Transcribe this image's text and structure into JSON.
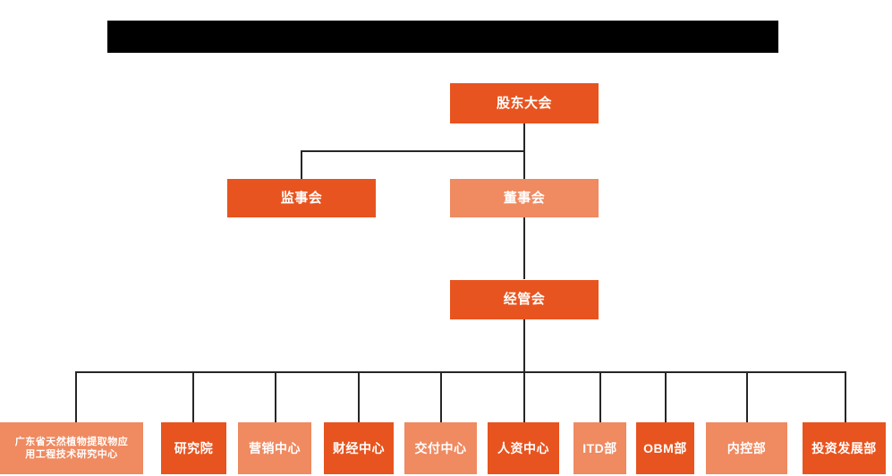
{
  "banner": {
    "name": "title-banner",
    "text": "",
    "color": "#000000"
  },
  "colors": {
    "dark_orange": "#e8541f",
    "light_orange": "#ef8a61",
    "line": "#262626",
    "background": "#ffffff",
    "text": "#ffffff"
  },
  "chart_data": {
    "type": "diagram",
    "subtype": "org-chart",
    "title": "",
    "orientation": "top-down",
    "nodes": [
      {
        "id": "shareholders",
        "label": "股东大会",
        "tone": "dark",
        "level": 0
      },
      {
        "id": "supervisors",
        "label": "监事会",
        "tone": "dark",
        "level": 1
      },
      {
        "id": "board",
        "label": "董事会",
        "tone": "light",
        "level": 1
      },
      {
        "id": "management",
        "label": "经管会",
        "tone": "dark",
        "level": 2
      },
      {
        "id": "rd-center",
        "label": "广东省天然植物提取物应用工程技术研究中心",
        "label_line1": "广东省天然植物提取物应",
        "label_line2": "用工程技术研究中心",
        "tone": "light",
        "level": 3
      },
      {
        "id": "institute",
        "label": "研究院",
        "tone": "dark",
        "level": 3
      },
      {
        "id": "marketing",
        "label": "营销中心",
        "tone": "light",
        "level": 3
      },
      {
        "id": "finance",
        "label": "财经中心",
        "tone": "dark",
        "level": 3
      },
      {
        "id": "delivery",
        "label": "交付中心",
        "tone": "light",
        "level": 3
      },
      {
        "id": "hr",
        "label": "人资中心",
        "tone": "dark",
        "level": 3
      },
      {
        "id": "itd",
        "label": "ITD部",
        "tone": "light",
        "level": 3
      },
      {
        "id": "obm",
        "label": "OBM部",
        "tone": "dark",
        "level": 3
      },
      {
        "id": "internal-ctrl",
        "label": "内控部",
        "tone": "light",
        "level": 3
      },
      {
        "id": "investment",
        "label": "投资发展部",
        "tone": "dark",
        "level": 3
      }
    ],
    "edges": [
      {
        "from": "shareholders",
        "to": "supervisors"
      },
      {
        "from": "shareholders",
        "to": "board"
      },
      {
        "from": "board",
        "to": "management"
      },
      {
        "from": "management",
        "to": "rd-center"
      },
      {
        "from": "management",
        "to": "institute"
      },
      {
        "from": "management",
        "to": "marketing"
      },
      {
        "from": "management",
        "to": "finance"
      },
      {
        "from": "management",
        "to": "delivery"
      },
      {
        "from": "management",
        "to": "hr"
      },
      {
        "from": "management",
        "to": "itd"
      },
      {
        "from": "management",
        "to": "obm"
      },
      {
        "from": "management",
        "to": "internal-ctrl"
      },
      {
        "from": "management",
        "to": "investment"
      }
    ]
  }
}
